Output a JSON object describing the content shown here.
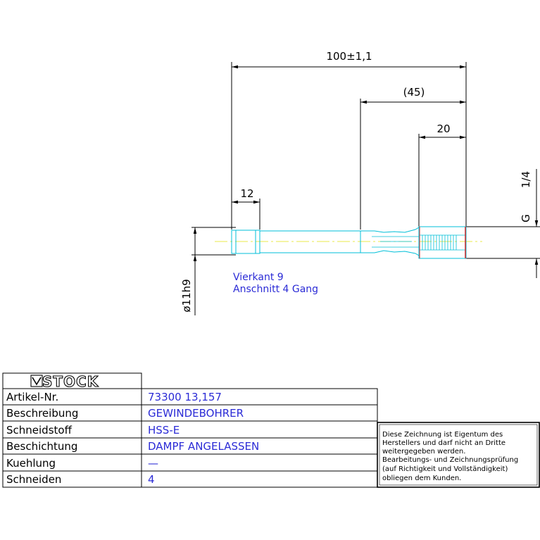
{
  "drawing": {
    "dimensions": {
      "overall_length": "100±1,1",
      "shank_length": "(45)",
      "thread_length": "20",
      "square_length": "12",
      "shank_diameter": "ø11h9",
      "thread_size_prefix": "G",
      "thread_size_value": "1/4"
    },
    "notes": {
      "square": "Vierkant 9",
      "chamfer": "Anschnitt 4 Gang"
    }
  },
  "title_block": {
    "logo_text": "STOCK",
    "rows": [
      {
        "label": "Artikel-Nr.",
        "value": "73300 13,157"
      },
      {
        "label": "Beschreibung",
        "value": "GEWINDEBOHRER"
      },
      {
        "label": "Schneidstoff",
        "value": "HSS-E"
      },
      {
        "label": "Beschichtung",
        "value": "DAMPF ANGELASSEN"
      },
      {
        "label": "Kuehlung",
        "value": "—"
      },
      {
        "label": "Schneiden",
        "value": "4"
      }
    ],
    "disclaimer_lines": [
      "Diese Zeichnung ist Eigentum des",
      "Herstellers und darf nicht an Dritte",
      "weitergegeben werden.",
      "Bearbeitungs- und Zeichnungsprüfung",
      "(auf Richtigkeit und Vollständigkeit)",
      "obliegen dem Kunden."
    ]
  },
  "colors": {
    "outline": "#00bfd8",
    "centerline": "#e8e84a",
    "notes": "#2b2bd6",
    "thread_end": "#d23030"
  }
}
